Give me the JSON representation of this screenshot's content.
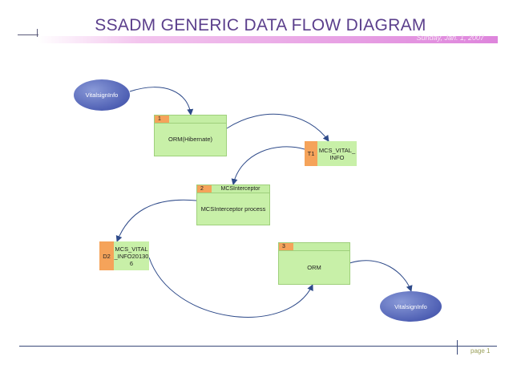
{
  "title": "SSADM GENERIC DATA FLOW DIAGRAM",
  "date": "Sunday, Jan. 1, 2007",
  "footer": {
    "page_label": "page 1"
  },
  "entities": {
    "source": {
      "label": "VitalsignInfo"
    },
    "sink": {
      "label": "VitalsignInfo"
    }
  },
  "processes": {
    "p1": {
      "number": "1",
      "name": "",
      "body": "ORM(Hibernate)"
    },
    "p2": {
      "number": "2",
      "name": "MCSInterceptor",
      "body": "MCSInterceptor process"
    },
    "p3": {
      "number": "3",
      "name": "",
      "body": "ORM"
    }
  },
  "stores": {
    "t1": {
      "id": "T1",
      "name_line1": "MCS_VITAL_",
      "name_line2": "INFO",
      "name_line3": ""
    },
    "d2": {
      "id": "D2",
      "name_line1": "MCS_VITAL",
      "name_line2": "_INFO20130",
      "name_line3": "6"
    }
  },
  "colors": {
    "title": "#5b3f8c",
    "entity_fill": "#4f60b4",
    "process_fill": "#c8f0a8",
    "number_tab": "#f5a35a",
    "flow_line": "#2f4b8a"
  }
}
